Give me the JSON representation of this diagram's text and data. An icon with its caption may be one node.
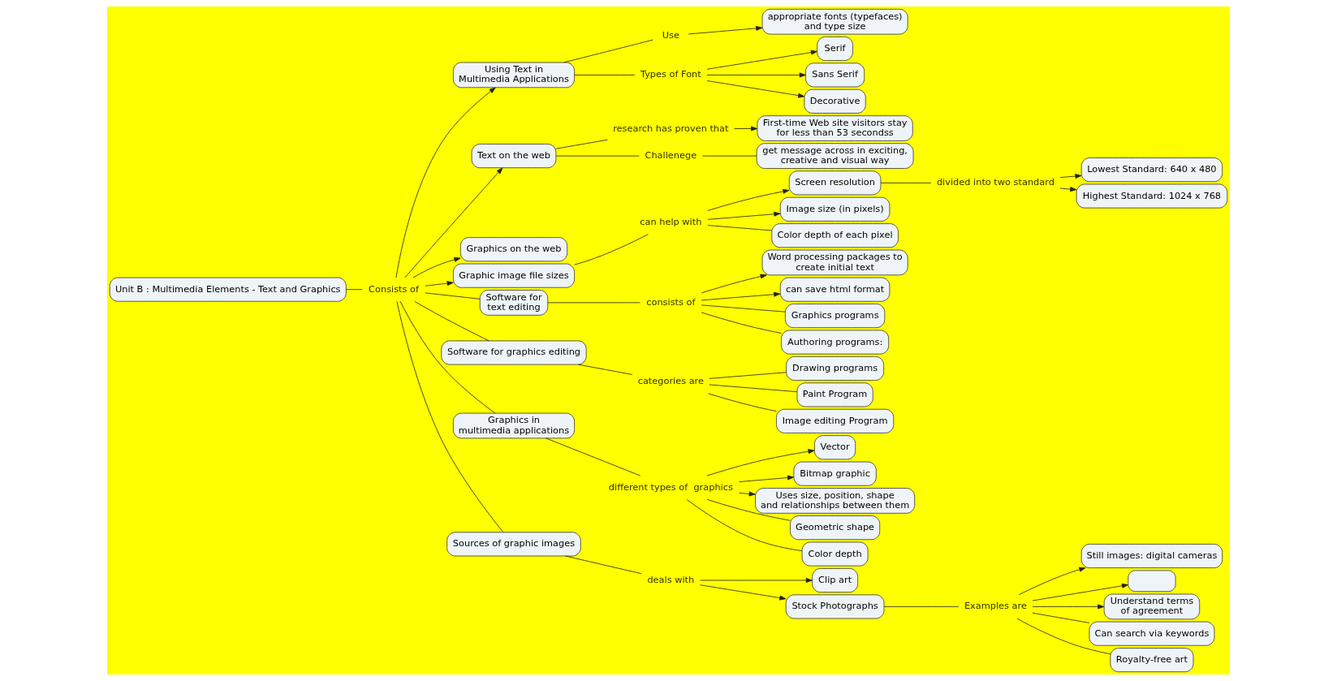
{
  "diagram": {
    "nodes": [
      {
        "text": [
          "Unit B : Multimedia Elements - Text and Graphics"
        ]
      },
      {
        "text": [
          "Consists of"
        ]
      },
      {
        "text": [
          "Using Text in Multimedia Applications"
        ]
      },
      {
        "text": [
          "Text on the web"
        ]
      },
      {
        "text": [
          "Graphics on the web"
        ]
      },
      {
        "text": [
          "Graphic image file sizes"
        ]
      },
      {
        "text": [
          "Software for text editing"
        ]
      },
      {
        "text": [
          "Software for graphics editing"
        ]
      },
      {
        "text": [
          "Graphics in multimedia applications"
        ]
      },
      {
        "text": [
          "Sources of graphic images"
        ]
      },
      {
        "text": [
          "Use"
        ]
      },
      {
        "text": [
          "Types of Font"
        ]
      },
      {
        "text": [
          "appropriate fonts (typefaces) and type size"
        ]
      },
      {
        "text": [
          "Serif"
        ]
      },
      {
        "text": [
          "Sans Serif"
        ]
      },
      {
        "text": [
          "Decorative"
        ]
      },
      {
        "text": [
          "research has proven that"
        ]
      },
      {
        "text": [
          "First-time Web site visitors stay for less than 53 secondss"
        ]
      },
      {
        "text": [
          "Challenege"
        ]
      },
      {
        "text": [
          "get message across in exciting, creative and visual way"
        ]
      },
      {
        "text": [
          "can help with"
        ]
      },
      {
        "text": [
          "Screen resolution"
        ]
      },
      {
        "text": [
          "Image size (in pixels)"
        ]
      },
      {
        "text": [
          "Color depth of each pixel"
        ]
      },
      {
        "text": [
          "divided into two standard"
        ]
      },
      {
        "text": [
          "Lowest Standard: 640 x 480"
        ]
      },
      {
        "text": [
          "Highest Standard: 1024 x 768"
        ]
      },
      {
        "text": [
          "consists of"
        ]
      },
      {
        "text": [
          "Word processing packages to create initial text"
        ]
      },
      {
        "text": [
          "can save html format"
        ]
      },
      {
        "text": [
          "Graphics programs"
        ]
      },
      {
        "text": [
          "Authoring programs:"
        ]
      },
      {
        "text": [
          "categories are"
        ]
      },
      {
        "text": [
          "Drawing programs"
        ]
      },
      {
        "text": [
          "Paint Program"
        ]
      },
      {
        "text": [
          "Image editing Program"
        ]
      },
      {
        "text": [
          "different types of  graphics"
        ]
      },
      {
        "text": [
          "Vector"
        ]
      },
      {
        "text": [
          "Bitmap graphic"
        ]
      },
      {
        "text": [
          "Uses size, position, shape and relationships between them"
        ]
      },
      {
        "text": [
          "Geometric shape"
        ]
      },
      {
        "text": [
          "Color depth"
        ]
      },
      {
        "text": [
          "deals with"
        ]
      },
      {
        "text": [
          "Clip art"
        ]
      },
      {
        "text": [
          "Stock Photographs"
        ]
      },
      {
        "text": [
          "Examples are"
        ]
      },
      {
        "text": [
          "Still images: digital cameras"
        ]
      },
      {
        "text": [],
        "shape": "box"
      },
      {
        "text": [
          "Understand terms of agreement"
        ]
      },
      {
        "text": [
          "Can search via keywords"
        ]
      },
      {
        "text": [
          "Royalty-free art"
        ]
      }
    ],
    "edges": [
      {
        "from": 0,
        "to": 1,
        "arrow": "none"
      },
      {
        "from": 1,
        "to": 2,
        "arrow": "to"
      },
      {
        "from": 1,
        "to": 3,
        "arrow": "to"
      },
      {
        "from": 1,
        "to": 4,
        "arrow": "to"
      },
      {
        "from": 1,
        "to": 5,
        "arrow": "to"
      },
      {
        "from": 1,
        "to": 6,
        "arrow": "none"
      },
      {
        "from": 1,
        "to": 7,
        "arrow": "none"
      },
      {
        "from": 1,
        "to": 8,
        "arrow": "none"
      },
      {
        "from": 1,
        "to": 9,
        "arrow": "none"
      },
      {
        "from": 2,
        "to": 10,
        "arrow": "none"
      },
      {
        "from": 10,
        "to": 12,
        "arrow": "to"
      },
      {
        "from": 2,
        "to": 11,
        "arrow": "none"
      },
      {
        "from": 11,
        "to": 13,
        "arrow": "to"
      },
      {
        "from": 11,
        "to": 14,
        "arrow": "to"
      },
      {
        "from": 11,
        "to": 15,
        "arrow": "to"
      },
      {
        "from": 3,
        "to": 16,
        "arrow": "none"
      },
      {
        "from": 16,
        "to": 17,
        "arrow": "to"
      },
      {
        "from": 3,
        "to": 18,
        "arrow": "none"
      },
      {
        "from": 18,
        "to": 19,
        "arrow": "none"
      },
      {
        "from": 5,
        "to": 20,
        "arrow": "none"
      },
      {
        "from": 20,
        "to": 21,
        "arrow": "to"
      },
      {
        "from": 20,
        "to": 22,
        "arrow": "to"
      },
      {
        "from": 20,
        "to": 23,
        "arrow": "none"
      },
      {
        "from": 21,
        "to": 24,
        "arrow": "none"
      },
      {
        "from": 24,
        "to": 25,
        "arrow": "to"
      },
      {
        "from": 24,
        "to": 26,
        "arrow": "to"
      },
      {
        "from": 6,
        "to": 27,
        "arrow": "none"
      },
      {
        "from": 27,
        "to": 28,
        "arrow": "to"
      },
      {
        "from": 27,
        "to": 29,
        "arrow": "to"
      },
      {
        "from": 27,
        "to": 30,
        "arrow": "none"
      },
      {
        "from": 27,
        "to": 31,
        "arrow": "none"
      },
      {
        "from": 7,
        "to": 32,
        "arrow": "none"
      },
      {
        "from": 32,
        "to": 33,
        "arrow": "none"
      },
      {
        "from": 32,
        "to": 34,
        "arrow": "none"
      },
      {
        "from": 32,
        "to": 35,
        "arrow": "none"
      },
      {
        "from": 8,
        "to": 36,
        "arrow": "none"
      },
      {
        "from": 36,
        "to": 37,
        "arrow": "to"
      },
      {
        "from": 36,
        "to": 38,
        "arrow": "to"
      },
      {
        "from": 36,
        "to": 39,
        "arrow": "to"
      },
      {
        "from": 36,
        "to": 40,
        "arrow": "none"
      },
      {
        "from": 36,
        "to": 41,
        "arrow": "none"
      },
      {
        "from": 9,
        "to": 42,
        "arrow": "none"
      },
      {
        "from": 42,
        "to": 43,
        "arrow": "to"
      },
      {
        "from": 42,
        "to": 44,
        "arrow": "to"
      },
      {
        "from": 44,
        "to": 45,
        "arrow": "none"
      },
      {
        "from": 45,
        "to": 46,
        "arrow": "to"
      },
      {
        "from": 45,
        "to": 47,
        "arrow": "to"
      },
      {
        "from": 45,
        "to": 48,
        "arrow": "to"
      },
      {
        "from": 45,
        "to": 49,
        "arrow": "none"
      },
      {
        "from": 45,
        "to": 50,
        "arrow": "none"
      }
    ]
  }
}
